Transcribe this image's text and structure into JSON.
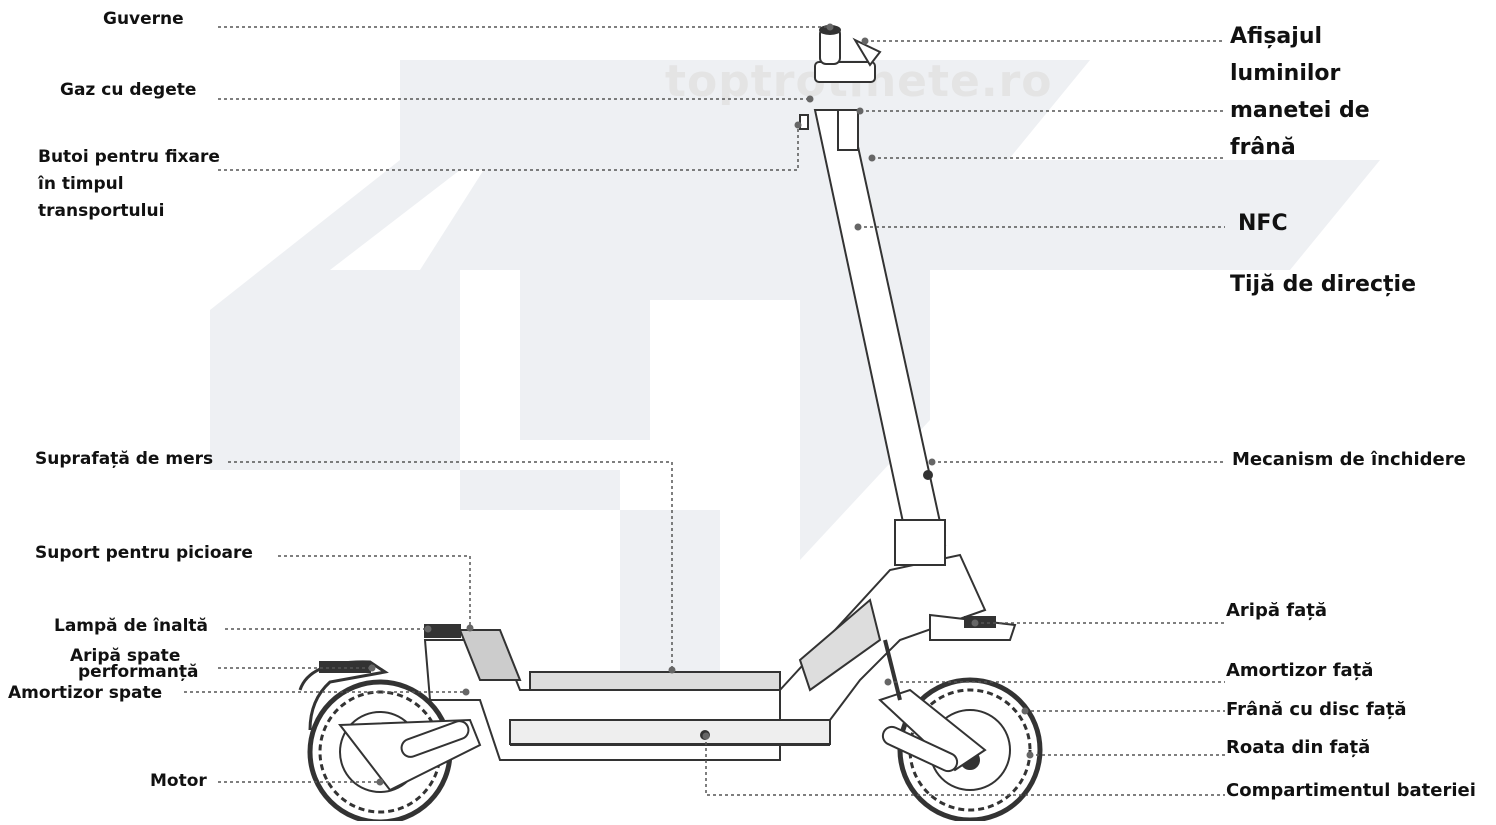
{
  "watermark": "toptrotinete.ro",
  "colors": {
    "line": "#444444",
    "dot": "#666666",
    "bg_logo": "#eef0f3"
  },
  "labels": {
    "guverne": "Guverne",
    "gaz": "Gaz cu degete",
    "butoi_1": "Butoi pentru fixare",
    "butoi_2": "în timpul",
    "butoi_3": "transportului",
    "afisaj_1": "Afișajul",
    "afisaj_2": "luminilor",
    "afisaj_3": "manetei de",
    "afisaj_4": "frână",
    "nfc": "NFC",
    "tija": "Tijă de direcție",
    "suprafata": "Suprafață de mers",
    "mecanism": "Mecanism de închidere",
    "suport": "Suport pentru picioare",
    "lampa": "Lampă de înaltă",
    "aripa_spate_1": "Aripă spate",
    "aripa_spate_2": "performanță",
    "amortizor_spate": "Amortizor spate",
    "motor": "Motor",
    "aripa_fata": "Aripă față",
    "amortizor_fata": "Amortizor față",
    "frana": "Frână cu disc față",
    "roata": "Roata din față",
    "baterie": "Compartimentul bateriei"
  }
}
